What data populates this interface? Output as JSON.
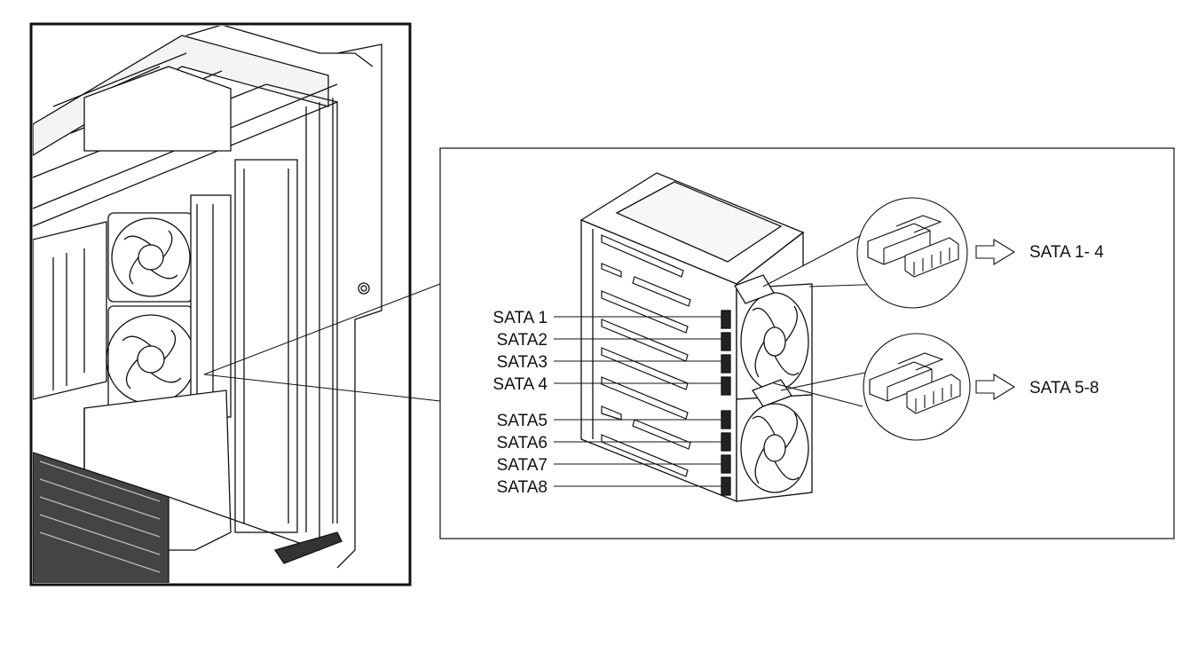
{
  "diagram": {
    "sata_labels_left": [
      "SATA 1",
      "SATA2",
      "SATA3",
      "SATA 4",
      "SATA5",
      "SATA6",
      "SATA7",
      "SATA8"
    ],
    "callouts": [
      {
        "label": "SATA 1- 4"
      },
      {
        "label": "SATA  5-8"
      }
    ],
    "line_color": "#111111",
    "background_color": "#ffffff"
  }
}
